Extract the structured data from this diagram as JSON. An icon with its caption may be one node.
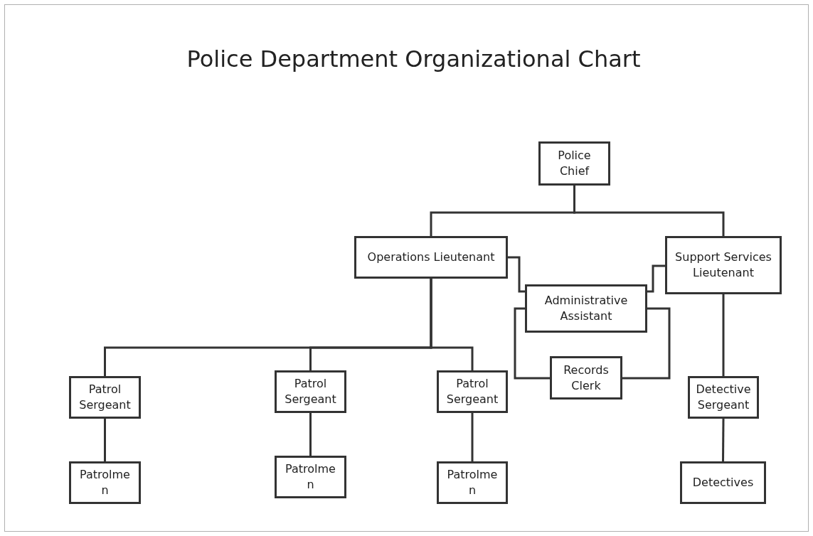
{
  "diagram": {
    "title": "Police Department Organizational Chart",
    "nodes": [
      {
        "text": [
          "Police Chief"
        ]
      },
      {
        "text": [
          "Operations Lieutenant"
        ]
      },
      {
        "text": [
          "Support Services Lieutenant"
        ]
      },
      {
        "text": [
          "Administrative Assistant"
        ]
      },
      {
        "text": [
          "Records Clerk"
        ]
      },
      {
        "text": [
          "Patrol Sergeant"
        ]
      },
      {
        "text": [
          "Patrol Sergeant"
        ]
      },
      {
        "text": [
          "Patrol Sergeant"
        ]
      },
      {
        "text": [
          "Detective Sergeant"
        ]
      },
      {
        "text": [
          "Patrolmen"
        ]
      },
      {
        "text": [
          "Patrolmen"
        ]
      },
      {
        "text": [
          "Patrolmen"
        ]
      },
      {
        "text": [
          "Detectives"
        ]
      }
    ],
    "edges": [
      {
        "from": 0,
        "to": 1,
        "arrow": "none"
      },
      {
        "from": 0,
        "to": 2,
        "arrow": "none"
      },
      {
        "from": 1,
        "to": 3,
        "arrow": "none"
      },
      {
        "from": 2,
        "to": 3,
        "arrow": "none"
      },
      {
        "from": 3,
        "to": 4,
        "arrow": "none"
      },
      {
        "from": 3,
        "to": 4,
        "arrow": "none"
      },
      {
        "from": 1,
        "to": 5,
        "arrow": "none"
      },
      {
        "from": 1,
        "to": 6,
        "arrow": "none"
      },
      {
        "from": 1,
        "to": 7,
        "arrow": "none"
      },
      {
        "from": 2,
        "to": 8,
        "arrow": "none"
      },
      {
        "from": 5,
        "to": 9,
        "arrow": "none"
      },
      {
        "from": 6,
        "to": 10,
        "arrow": "none"
      },
      {
        "from": 7,
        "to": 11,
        "arrow": "none"
      },
      {
        "from": 8,
        "to": 12,
        "arrow": "none"
      }
    ]
  }
}
